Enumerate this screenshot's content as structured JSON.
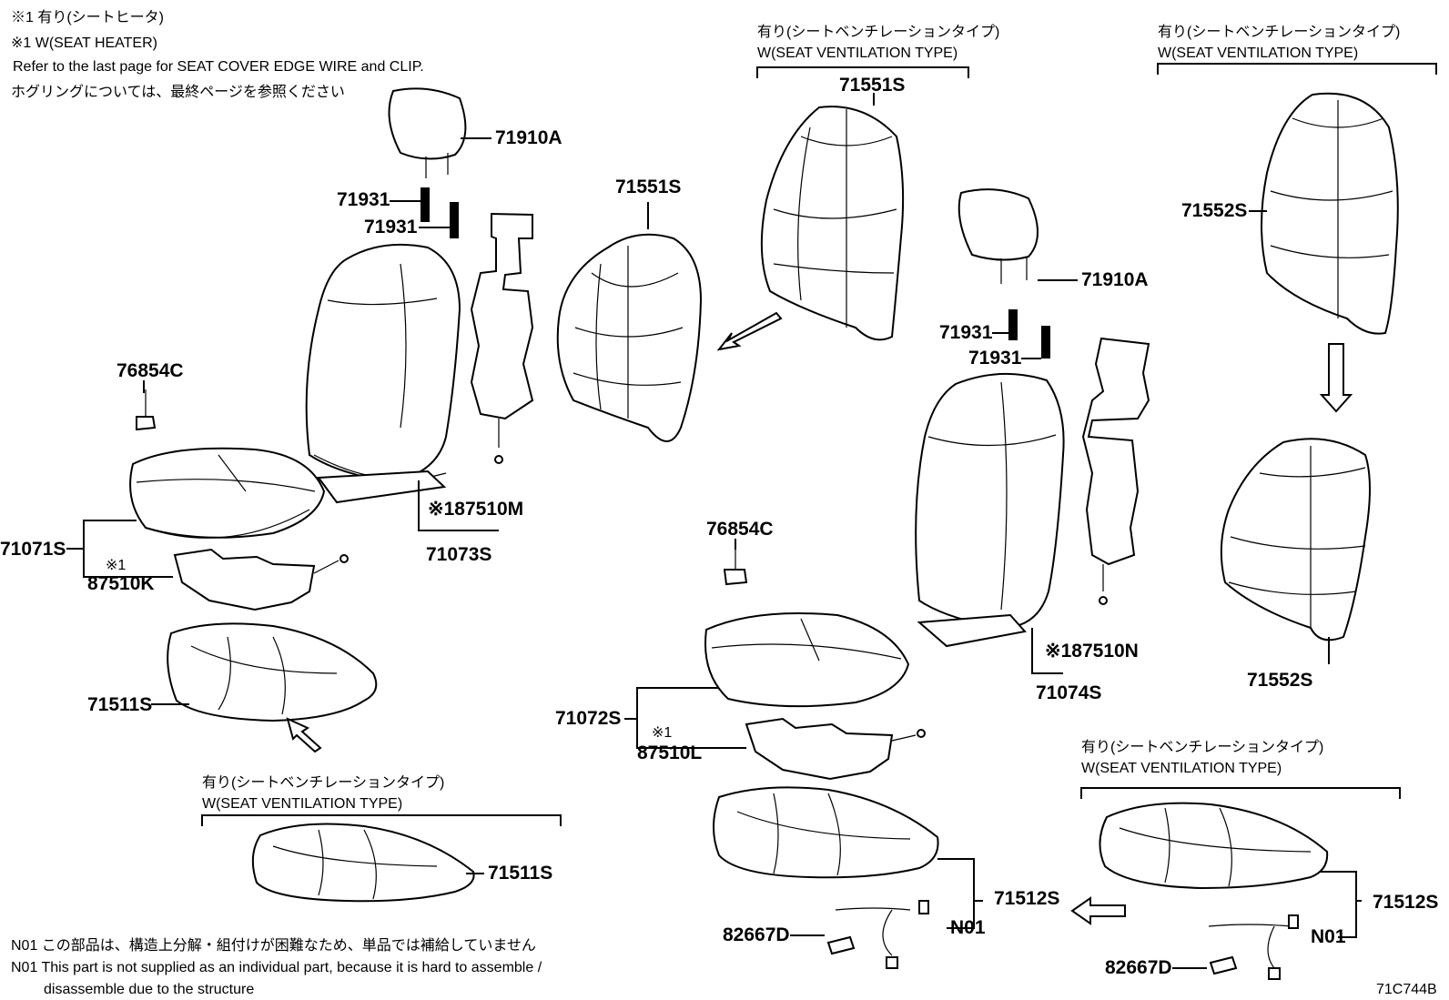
{
  "notes": {
    "heater_jp": "※1 有り(シートヒータ)",
    "heater_en": "※1 W(SEAT HEATER)",
    "refer_en": "Refer to the last page for SEAT COVER EDGE WIRE and CLIP.",
    "refer_jp": "ホグリングについては、最終ページを参照ください"
  },
  "vent_groups": [
    {
      "jp": "有り(シートベンチレーションタイプ)",
      "en": "W(SEAT VENTILATION TYPE)"
    },
    {
      "jp": "有り(シートベンチレーションタイプ)",
      "en": "W(SEAT VENTILATION TYPE)"
    },
    {
      "jp": "有り(シートベンチレーションタイプ)",
      "en": "W(SEAT VENTILATION TYPE)"
    },
    {
      "jp": "有り(シートベンチレーションタイプ)",
      "en": "W(SEAT VENTILATION TYPE)"
    }
  ],
  "parts": {
    "p71910A_left": "71910A",
    "p71931_l1": "71931",
    "p71931_l2": "71931",
    "p71551S_left": "71551S",
    "p76854C_left": "76854C",
    "p71071S": "71071S",
    "mark_l": "※1",
    "p87510K": "87510K",
    "p87510M": "※187510M",
    "p71073S": "71073S",
    "p71511S_a": "71511S",
    "p71511S_b": "71511S",
    "p71551S_top": "71551S",
    "p71910A_right": "71910A",
    "p71931_r1": "71931",
    "p71931_r2": "71931",
    "p76854C_right": "76854C",
    "p71072S": "71072S",
    "mark_r": "※1",
    "p87510L": "87510L",
    "p87510N": "※187510N",
    "p71074S": "71074S",
    "p71552S_a": "71552S",
    "p71552S_b": "71552S",
    "p71512S_a": "71512S",
    "p71512S_b": "71512S",
    "pN01_a": "N01",
    "pN01_b": "N01",
    "p82667D_a": "82667D",
    "p82667D_b": "82667D"
  },
  "footnotes": {
    "n01_jp": "N01 この部品は、構造上分解・組付けが困難なため、単品では補給していません",
    "n01_en": "N01 This part is not supplied as an individual part, because it is hard to assemble /",
    "n01_en2": "disassemble due to the structure"
  },
  "diagram_id": "71C744B"
}
